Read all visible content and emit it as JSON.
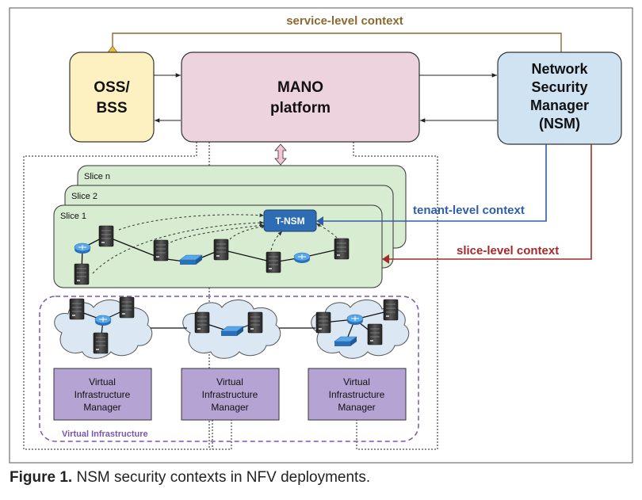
{
  "figure": {
    "caption_label": "Figure 1.",
    "caption_text": " NSM security contexts in NFV deployments."
  },
  "boxes": {
    "oss_bss": [
      "OSS/",
      "BSS"
    ],
    "mano": [
      "MANO",
      "platform"
    ],
    "nsm": [
      "Network",
      "Security",
      "Manager",
      "(NSM)"
    ],
    "tnsm": "T-NSM"
  },
  "slices": [
    "Slice n",
    "Slice 2",
    "Slice 1"
  ],
  "contexts": {
    "service": "service-level context",
    "tenant": "tenant-level context",
    "slice": "slice-level context"
  },
  "vim_label": [
    "Virtual",
    "Infrastructure",
    "Manager"
  ],
  "virtual_infrastructure": "Virtual Infrastructure",
  "colors": {
    "service": "#8a6a2e",
    "tenant": "#2f5ea8",
    "slice": "#a52a2a",
    "oss_fill": "#fdf1c2",
    "mano_fill": "#ecd3dd",
    "nsm_fill": "#cfe3f3",
    "slice_fill": "#d8ecd2",
    "vim_fill": "#b5a4d3",
    "vi_border": "#7a55b0",
    "tnsm_fill": "#2e6cb3"
  },
  "icons": [
    "server-icon",
    "router-icon",
    "switch-icon",
    "cloud-icon"
  ]
}
